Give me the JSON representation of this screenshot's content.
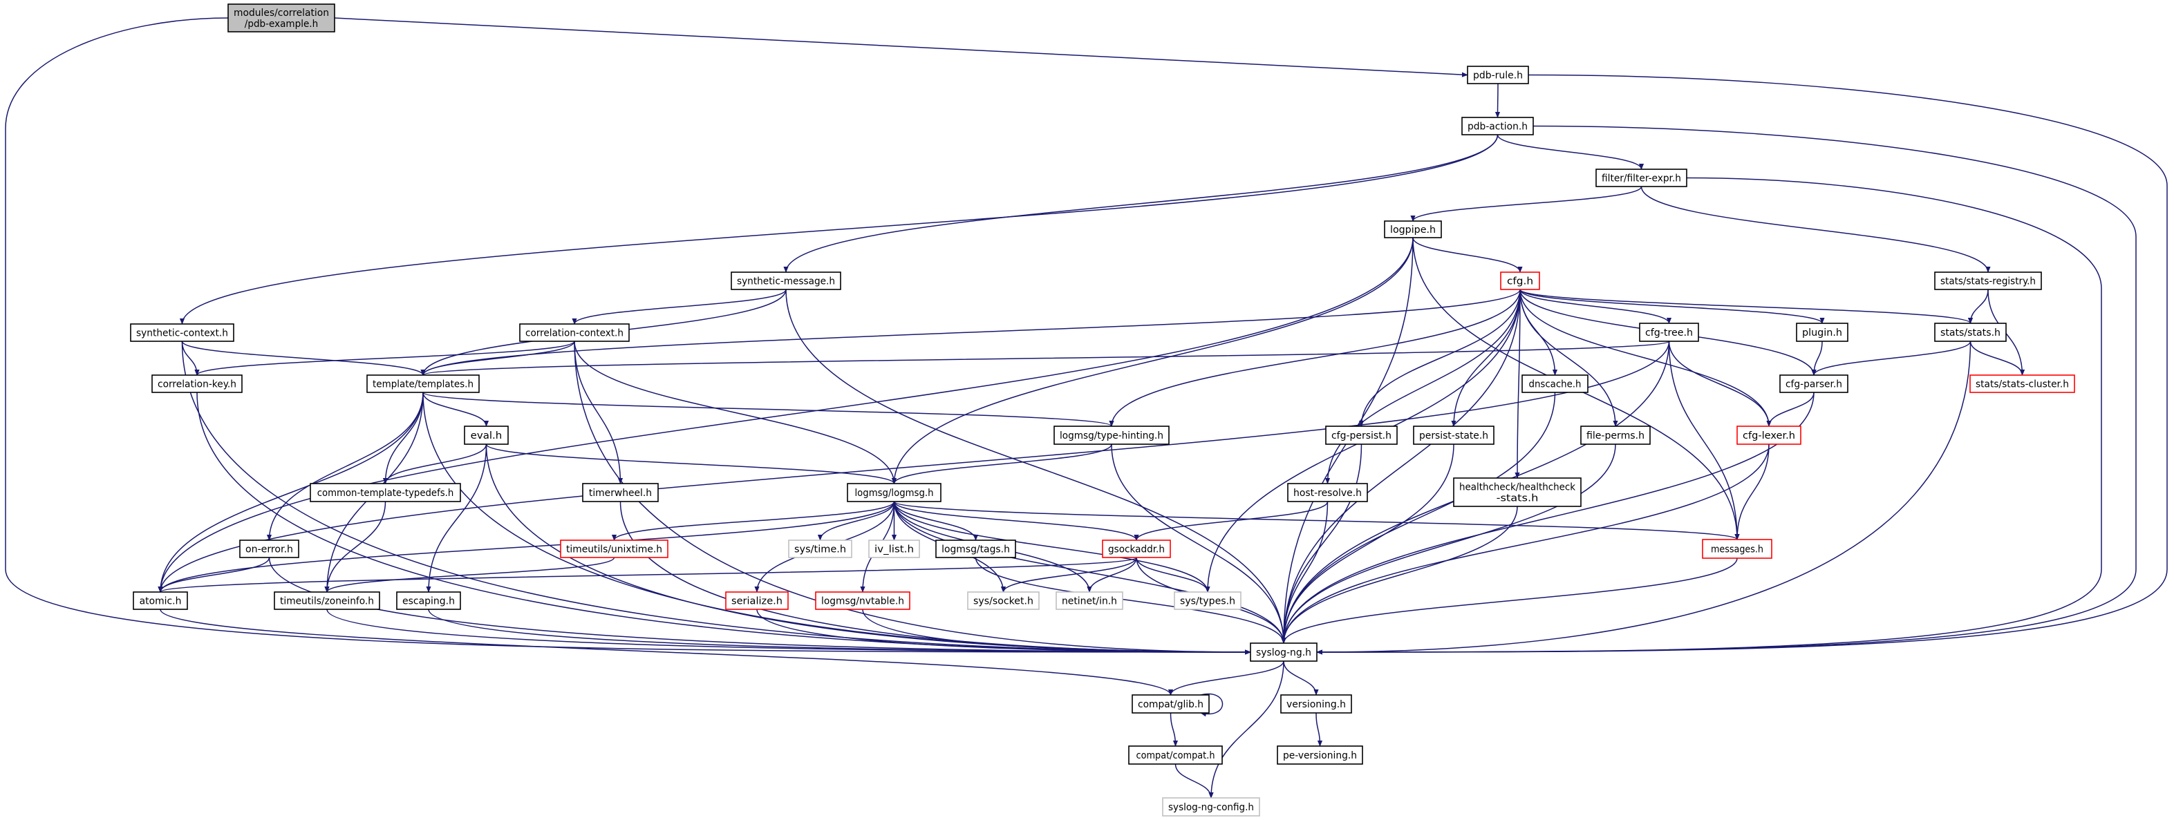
{
  "graph": {
    "colors": {
      "edge": "#191970",
      "root_fill": "#bfbfbf",
      "node_border": "#000000",
      "truncated_border": "#ff0000",
      "external_border": "#bfbfbf"
    },
    "nodes": [
      {
        "id": "root",
        "label": [
          "modules/correlation",
          "/pdb-example.h"
        ],
        "kind": "root"
      },
      {
        "id": "pdb_rule",
        "label": [
          "pdb-rule.h"
        ],
        "kind": "normal"
      },
      {
        "id": "pdb_action",
        "label": [
          "pdb-action.h"
        ],
        "kind": "normal"
      },
      {
        "id": "filter_expr",
        "label": [
          "filter/filter-expr.h"
        ],
        "kind": "normal"
      },
      {
        "id": "logpipe",
        "label": [
          "logpipe.h"
        ],
        "kind": "normal"
      },
      {
        "id": "synthetic_message",
        "label": [
          "synthetic-message.h"
        ],
        "kind": "normal"
      },
      {
        "id": "cfg",
        "label": [
          "cfg.h"
        ],
        "kind": "truncated"
      },
      {
        "id": "stats_registry",
        "label": [
          "stats/stats-registry.h"
        ],
        "kind": "normal"
      },
      {
        "id": "synthetic_context",
        "label": [
          "synthetic-context.h"
        ],
        "kind": "normal"
      },
      {
        "id": "correlation_context",
        "label": [
          "correlation-context.h"
        ],
        "kind": "normal"
      },
      {
        "id": "cfg_tree",
        "label": [
          "cfg-tree.h"
        ],
        "kind": "normal"
      },
      {
        "id": "plugin",
        "label": [
          "plugin.h"
        ],
        "kind": "normal"
      },
      {
        "id": "stats",
        "label": [
          "stats/stats.h"
        ],
        "kind": "normal"
      },
      {
        "id": "correlation_key",
        "label": [
          "correlation-key.h"
        ],
        "kind": "normal"
      },
      {
        "id": "templates",
        "label": [
          "template/templates.h"
        ],
        "kind": "normal"
      },
      {
        "id": "dnscache",
        "label": [
          "dnscache.h"
        ],
        "kind": "normal"
      },
      {
        "id": "cfg_parser",
        "label": [
          "cfg-parser.h"
        ],
        "kind": "normal"
      },
      {
        "id": "stats_cluster",
        "label": [
          "stats/stats-cluster.h"
        ],
        "kind": "truncated"
      },
      {
        "id": "eval",
        "label": [
          "eval.h"
        ],
        "kind": "normal"
      },
      {
        "id": "type_hinting",
        "label": [
          "logmsg/type-hinting.h"
        ],
        "kind": "normal"
      },
      {
        "id": "cfg_persist",
        "label": [
          "cfg-persist.h"
        ],
        "kind": "normal"
      },
      {
        "id": "persist_state",
        "label": [
          "persist-state.h"
        ],
        "kind": "normal"
      },
      {
        "id": "file_perms",
        "label": [
          "file-perms.h"
        ],
        "kind": "normal"
      },
      {
        "id": "cfg_lexer",
        "label": [
          "cfg-lexer.h"
        ],
        "kind": "truncated"
      },
      {
        "id": "typedefs",
        "label": [
          "common-template-typedefs.h"
        ],
        "kind": "normal"
      },
      {
        "id": "timerwheel",
        "label": [
          "timerwheel.h"
        ],
        "kind": "normal"
      },
      {
        "id": "logmsg",
        "label": [
          "logmsg/logmsg.h"
        ],
        "kind": "normal"
      },
      {
        "id": "host_resolve",
        "label": [
          "host-resolve.h"
        ],
        "kind": "normal"
      },
      {
        "id": "healthcheck",
        "label": [
          "healthcheck/healthcheck",
          "-stats.h"
        ],
        "kind": "normal"
      },
      {
        "id": "on_error",
        "label": [
          "on-error.h"
        ],
        "kind": "normal"
      },
      {
        "id": "unixtime",
        "label": [
          "timeutils/unixtime.h"
        ],
        "kind": "truncated"
      },
      {
        "id": "sys_time",
        "label": [
          "sys/time.h"
        ],
        "kind": "external"
      },
      {
        "id": "iv_list",
        "label": [
          "iv_list.h"
        ],
        "kind": "external"
      },
      {
        "id": "tags",
        "label": [
          "logmsg/tags.h"
        ],
        "kind": "normal"
      },
      {
        "id": "gsockaddr",
        "label": [
          "gsockaddr.h"
        ],
        "kind": "truncated"
      },
      {
        "id": "messages",
        "label": [
          "messages.h"
        ],
        "kind": "truncated"
      },
      {
        "id": "atomic",
        "label": [
          "atomic.h"
        ],
        "kind": "normal"
      },
      {
        "id": "zoneinfo",
        "label": [
          "timeutils/zoneinfo.h"
        ],
        "kind": "normal"
      },
      {
        "id": "escaping",
        "label": [
          "escaping.h"
        ],
        "kind": "normal"
      },
      {
        "id": "serialize",
        "label": [
          "serialize.h"
        ],
        "kind": "truncated"
      },
      {
        "id": "nvtable",
        "label": [
          "logmsg/nvtable.h"
        ],
        "kind": "truncated"
      },
      {
        "id": "sys_socket",
        "label": [
          "sys/socket.h"
        ],
        "kind": "external"
      },
      {
        "id": "netinet",
        "label": [
          "netinet/in.h"
        ],
        "kind": "external"
      },
      {
        "id": "sys_types",
        "label": [
          "sys/types.h"
        ],
        "kind": "external"
      },
      {
        "id": "syslog_ng",
        "label": [
          "syslog-ng.h"
        ],
        "kind": "normal"
      },
      {
        "id": "glib",
        "label": [
          "compat/glib.h"
        ],
        "kind": "normal"
      },
      {
        "id": "versioning",
        "label": [
          "versioning.h"
        ],
        "kind": "normal"
      },
      {
        "id": "compat",
        "label": [
          "compat/compat.h"
        ],
        "kind": "normal"
      },
      {
        "id": "pe_versioning",
        "label": [
          "pe-versioning.h"
        ],
        "kind": "normal"
      },
      {
        "id": "config",
        "label": [
          "syslog-ng-config.h"
        ],
        "kind": "external"
      }
    ],
    "edges": [
      [
        "root",
        "pdb_rule"
      ],
      [
        "root",
        "syslog_ng"
      ],
      [
        "pdb_rule",
        "pdb_action"
      ],
      [
        "pdb_rule",
        "syslog_ng"
      ],
      [
        "pdb_action",
        "synthetic_context"
      ],
      [
        "pdb_action",
        "synthetic_message"
      ],
      [
        "pdb_action",
        "filter_expr"
      ],
      [
        "pdb_action",
        "syslog_ng"
      ],
      [
        "filter_expr",
        "logpipe"
      ],
      [
        "filter_expr",
        "stats_registry"
      ],
      [
        "filter_expr",
        "syslog_ng"
      ],
      [
        "logpipe",
        "atomic"
      ],
      [
        "logpipe",
        "logmsg"
      ],
      [
        "logpipe",
        "syslog_ng"
      ],
      [
        "logpipe",
        "cfg"
      ],
      [
        "logpipe",
        "messages"
      ],
      [
        "synthetic_message",
        "correlation_context"
      ],
      [
        "synthetic_message",
        "templates"
      ],
      [
        "synthetic_message",
        "syslog_ng"
      ],
      [
        "synthetic_context",
        "correlation_key"
      ],
      [
        "synthetic_context",
        "templates"
      ],
      [
        "synthetic_context",
        "syslog_ng"
      ],
      [
        "correlation_context",
        "correlation_key"
      ],
      [
        "correlation_context",
        "templates"
      ],
      [
        "correlation_context",
        "timerwheel"
      ],
      [
        "correlation_context",
        "logmsg"
      ],
      [
        "correlation_context",
        "syslog_ng"
      ],
      [
        "cfg",
        "templates"
      ],
      [
        "cfg",
        "type_hinting"
      ],
      [
        "cfg",
        "sys_types"
      ],
      [
        "cfg",
        "cfg_tree"
      ],
      [
        "cfg",
        "plugin"
      ],
      [
        "cfg",
        "stats"
      ],
      [
        "cfg",
        "cfg_parser"
      ],
      [
        "cfg",
        "cfg_lexer"
      ],
      [
        "cfg",
        "cfg_persist"
      ],
      [
        "cfg",
        "persist_state"
      ],
      [
        "cfg",
        "host_resolve"
      ],
      [
        "cfg",
        "healthcheck"
      ],
      [
        "cfg",
        "dnscache"
      ],
      [
        "cfg",
        "file_perms"
      ],
      [
        "cfg",
        "syslog_ng"
      ],
      [
        "cfg_tree",
        "templates"
      ],
      [
        "cfg_tree",
        "atomic"
      ],
      [
        "cfg_tree",
        "syslog_ng"
      ],
      [
        "cfg_tree",
        "messages"
      ],
      [
        "cfg_tree",
        "cfg_lexer"
      ],
      [
        "plugin",
        "cfg_parser"
      ],
      [
        "stats_registry",
        "stats"
      ],
      [
        "stats_registry",
        "stats_cluster"
      ],
      [
        "stats",
        "cfg_parser"
      ],
      [
        "stats",
        "stats_cluster"
      ],
      [
        "stats",
        "syslog_ng"
      ],
      [
        "cfg_parser",
        "cfg_lexer"
      ],
      [
        "cfg_parser",
        "syslog_ng"
      ],
      [
        "cfg_lexer",
        "messages"
      ],
      [
        "cfg_lexer",
        "syslog_ng"
      ],
      [
        "dnscache",
        "syslog_ng"
      ],
      [
        "file_perms",
        "syslog_ng"
      ],
      [
        "persist_state",
        "syslog_ng"
      ],
      [
        "cfg_persist",
        "syslog_ng"
      ],
      [
        "healthcheck",
        "syslog_ng"
      ],
      [
        "host_resolve",
        "gsockaddr"
      ],
      [
        "host_resolve",
        "syslog_ng"
      ],
      [
        "messages",
        "syslog_ng"
      ],
      [
        "correlation_key",
        "syslog_ng"
      ],
      [
        "templates",
        "atomic"
      ],
      [
        "templates",
        "syslog_ng"
      ],
      [
        "templates",
        "eval"
      ],
      [
        "templates",
        "typedefs"
      ],
      [
        "templates",
        "zoneinfo"
      ],
      [
        "templates",
        "on_error"
      ],
      [
        "templates",
        "type_hinting"
      ],
      [
        "eval",
        "typedefs"
      ],
      [
        "eval",
        "logmsg"
      ],
      [
        "eval",
        "escaping"
      ],
      [
        "eval",
        "syslog_ng"
      ],
      [
        "typedefs",
        "zoneinfo"
      ],
      [
        "timerwheel",
        "syslog_ng"
      ],
      [
        "type_hinting",
        "logmsg"
      ],
      [
        "type_hinting",
        "syslog_ng"
      ],
      [
        "logmsg",
        "atomic"
      ],
      [
        "logmsg",
        "unixtime"
      ],
      [
        "logmsg",
        "serialize"
      ],
      [
        "logmsg",
        "nvtable"
      ],
      [
        "logmsg",
        "sys_time"
      ],
      [
        "logmsg",
        "iv_list"
      ],
      [
        "logmsg",
        "tags"
      ],
      [
        "logmsg",
        "gsockaddr"
      ],
      [
        "logmsg",
        "sys_socket"
      ],
      [
        "logmsg",
        "netinet"
      ],
      [
        "logmsg",
        "sys_types"
      ],
      [
        "logmsg",
        "messages"
      ],
      [
        "logmsg",
        "syslog_ng"
      ],
      [
        "unixtime",
        "zoneinfo"
      ],
      [
        "on_error",
        "atomic"
      ],
      [
        "on_error",
        "syslog_ng"
      ],
      [
        "atomic",
        "glib"
      ],
      [
        "zoneinfo",
        "syslog_ng"
      ],
      [
        "escaping",
        "syslog_ng"
      ],
      [
        "serialize",
        "syslog_ng"
      ],
      [
        "nvtable",
        "syslog_ng"
      ],
      [
        "tags",
        "syslog_ng"
      ],
      [
        "gsockaddr",
        "atomic"
      ],
      [
        "gsockaddr",
        "sys_socket"
      ],
      [
        "gsockaddr",
        "netinet"
      ],
      [
        "gsockaddr",
        "sys_types"
      ],
      [
        "gsockaddr",
        "syslog_ng"
      ],
      [
        "syslog_ng",
        "glib"
      ],
      [
        "syslog_ng",
        "versioning"
      ],
      [
        "syslog_ng",
        "config"
      ],
      [
        "glib",
        "glib"
      ],
      [
        "glib",
        "compat"
      ],
      [
        "compat",
        "config"
      ],
      [
        "versioning",
        "pe_versioning"
      ]
    ]
  }
}
